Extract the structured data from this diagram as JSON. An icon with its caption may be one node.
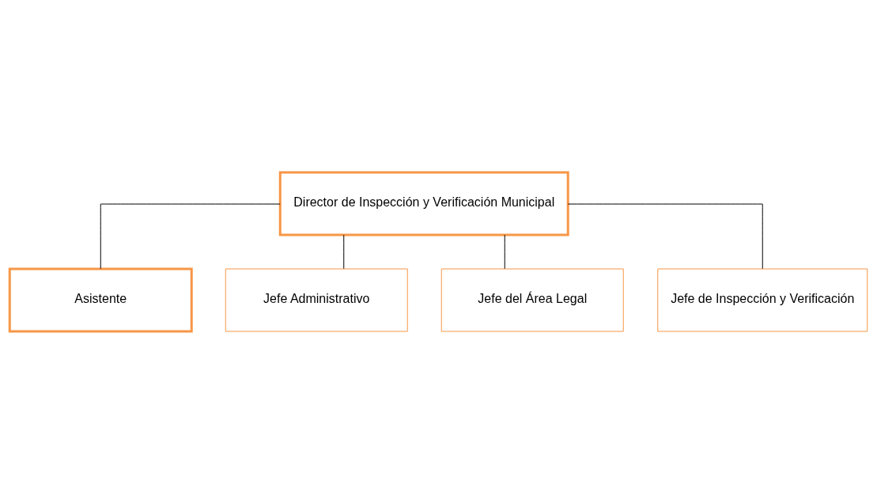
{
  "diagram": {
    "nodes": [
      {
        "text": [
          "Director de Inspección y Verificación Municipal"
        ]
      },
      {
        "text": [
          "Asistente"
        ]
      },
      {
        "text": [
          "Jefe Administrativo"
        ]
      },
      {
        "text": [
          "Jefe del Área Legal"
        ]
      },
      {
        "text": [
          "Jefe de Inspección y Verificación"
        ]
      }
    ],
    "edges": [
      {
        "from": 0,
        "to": 1,
        "arrow": "none"
      },
      {
        "from": 0,
        "to": 2,
        "arrow": "none"
      },
      {
        "from": 0,
        "to": 3,
        "arrow": "none"
      },
      {
        "from": 0,
        "to": 4,
        "arrow": "none"
      }
    ]
  }
}
